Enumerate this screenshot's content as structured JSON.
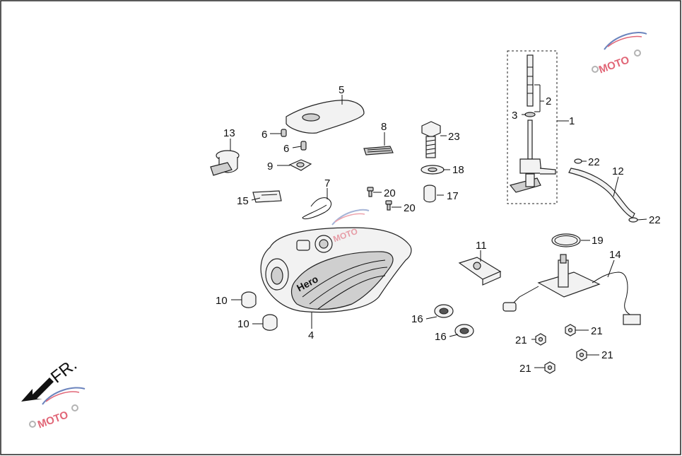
{
  "direction_label": "FR.",
  "tank_brand_text": "Hero",
  "watermark_text": "MOTO",
  "callouts": [
    {
      "id": "c1",
      "text": "1"
    },
    {
      "id": "c2",
      "text": "2"
    },
    {
      "id": "c3",
      "text": "3"
    },
    {
      "id": "c4",
      "text": "4"
    },
    {
      "id": "c5",
      "text": "5"
    },
    {
      "id": "c6a",
      "text": "6"
    },
    {
      "id": "c6b",
      "text": "6"
    },
    {
      "id": "c7",
      "text": "7"
    },
    {
      "id": "c8",
      "text": "8"
    },
    {
      "id": "c9",
      "text": "9"
    },
    {
      "id": "c10a",
      "text": "10"
    },
    {
      "id": "c10b",
      "text": "10"
    },
    {
      "id": "c11",
      "text": "11"
    },
    {
      "id": "c12",
      "text": "12"
    },
    {
      "id": "c13",
      "text": "13"
    },
    {
      "id": "c14",
      "text": "14"
    },
    {
      "id": "c15",
      "text": "15"
    },
    {
      "id": "c16a",
      "text": "16"
    },
    {
      "id": "c16b",
      "text": "16"
    },
    {
      "id": "c17",
      "text": "17"
    },
    {
      "id": "c18",
      "text": "18"
    },
    {
      "id": "c19",
      "text": "19"
    },
    {
      "id": "c20a",
      "text": "20"
    },
    {
      "id": "c20b",
      "text": "20"
    },
    {
      "id": "c21a",
      "text": "21"
    },
    {
      "id": "c21b",
      "text": "21"
    },
    {
      "id": "c21c",
      "text": "21"
    },
    {
      "id": "c21d",
      "text": "21"
    },
    {
      "id": "c22a",
      "text": "22"
    },
    {
      "id": "c22b",
      "text": "22"
    },
    {
      "id": "c23",
      "text": "23"
    }
  ],
  "colors": {
    "frame": "#222222",
    "watermark_blue": "#3a5ba8",
    "watermark_red": "#d8344a",
    "watermark_gray": "#9a9a9a"
  }
}
